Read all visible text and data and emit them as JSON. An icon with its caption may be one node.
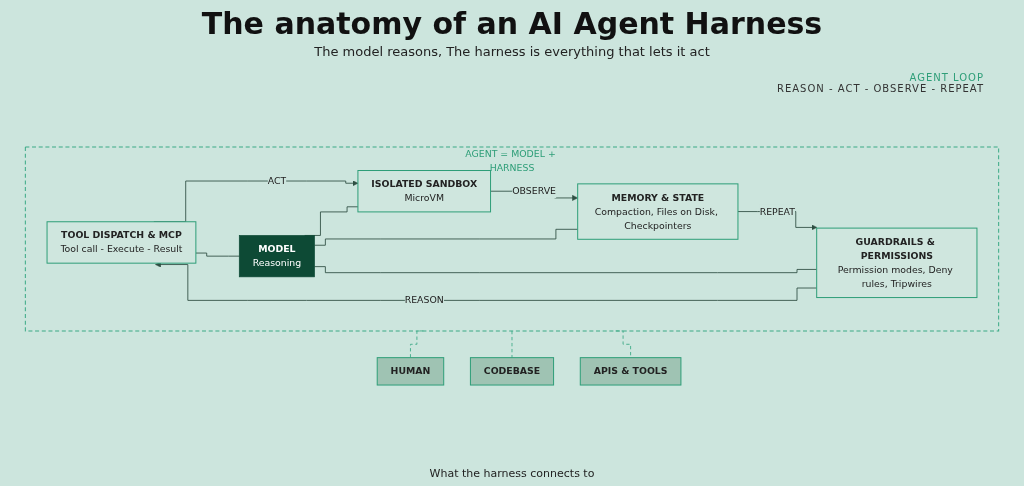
{
  "diagram": {
    "title": "The anatomy of an AI Agent Harness",
    "caption": "What the harness connects to",
    "nodes": [
      {
        "text": [
          "AGENT = MODEL + HARNESS"
        ]
      },
      {
        "text": [
          "TOOL DISPATCH & MCP",
          "Tool call - Execute - Result"
        ],
        "in": 0
      },
      {
        "text": [
          "GUARDRAILS & PERMISSIONS",
          "Permission modes, Deny rules, Tripwires"
        ],
        "in": 0
      },
      {
        "text": [
          "MODEL",
          "Reasoning"
        ],
        "in": 0
      },
      {
        "text": [
          "ISOLATED SANDBOX",
          "MicroVM"
        ],
        "in": 0
      },
      {
        "text": [
          "MEMORY & STATE",
          "Compaction, Files on Disk, Checkpointers"
        ],
        "in": 0
      },
      {
        "text": [
          "HUMAN"
        ]
      },
      {
        "text": [
          "CODEBASE"
        ]
      },
      {
        "text": [
          "APIS & TOOLS"
        ]
      }
    ],
    "edges": [
      {
        "from": 2,
        "to": 1,
        "arrow": "to",
        "label": "REASON"
      },
      {
        "from": 1,
        "to": 4,
        "arrow": "to",
        "label": "ACT"
      },
      {
        "from": 4,
        "to": 5,
        "arrow": "to",
        "label": "OBSERVE"
      },
      {
        "from": 5,
        "to": 2,
        "arrow": "to",
        "label": "REPEAT"
      },
      {
        "from": 3,
        "to": 1,
        "arrow": "none"
      },
      {
        "from": 3,
        "to": 2,
        "arrow": "none"
      },
      {
        "from": 3,
        "to": 4,
        "arrow": "none"
      },
      {
        "from": 3,
        "to": 5,
        "arrow": "none"
      },
      {
        "from": 0,
        "to": 6,
        "arrow": "none",
        "style": "dashed"
      },
      {
        "from": 0,
        "to": 7,
        "arrow": "none",
        "style": "dashed"
      },
      {
        "from": 0,
        "to": 8,
        "arrow": "none",
        "style": "dashed"
      }
    ],
    "labels": [
      "The model reasons, The harness is everything that lets it act",
      "AGENT LOOP",
      "REASON - ACT - OBSERVE - REPEAT"
    ]
  }
}
